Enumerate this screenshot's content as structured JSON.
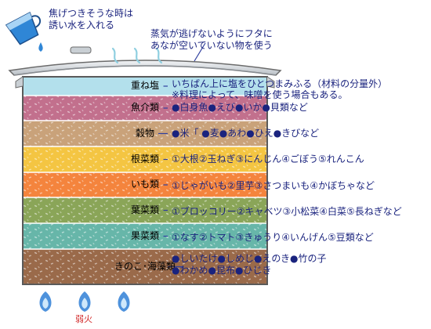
{
  "water_tip": {
    "line1": "焦げつきそうな時は",
    "line2": "誘い水を入れる"
  },
  "lid_note": {
    "line1": "蒸気が逃げないようにフタに",
    "line2": "あなが空いていない物を使う"
  },
  "fire_label": "弱火",
  "layers": [
    {
      "label": "重ね塩",
      "color": "#b3e0ec",
      "desc": [
        "いちばん上に塩をひとつまみふる（材料の分量外）",
        "※料理によって、味噌を使う場合もある。"
      ]
    },
    {
      "label": "魚介類",
      "color": "#c2708d",
      "desc": [
        "●白身魚●えび●いか●貝類など"
      ]
    },
    {
      "label": "穀物",
      "color": "#c9a27a",
      "desc": [
        "●米「 ●麦●あわ●ひえ●きびなど"
      ]
    },
    {
      "label": "根菜類",
      "color": "#f4c542",
      "desc": [
        "①大根②玉ねぎ③にんじん④ごぼう⑤れんこん"
      ]
    },
    {
      "label": "いも類",
      "color": "#f4843d",
      "desc": [
        "①じゃがいも②里芋③さつまいも④かぼちゃなど"
      ]
    },
    {
      "label": "葉菜類",
      "color": "#8aa558",
      "desc": [
        "①ブロッコリー②キャベツ③小松菜④白菜⑤長ねぎなど"
      ]
    },
    {
      "label": "果菜類",
      "color": "#67b6a9",
      "desc": [
        "①なす②トマト③きゅうり④いんげん⑤豆類など"
      ]
    },
    {
      "label": "きのこ･海藻類",
      "color": "#9a6a4a",
      "desc": [
        "●しいたけ●しめじ●えのき●竹の子",
        "●わかめ●昆布●ひじき"
      ]
    }
  ],
  "colors": {
    "pot_outline": "#5a5a5a",
    "lid": "#d9dee2",
    "pointer_line": "#303f9f",
    "text": "#1a237e",
    "flame": "#2f7fd6"
  }
}
